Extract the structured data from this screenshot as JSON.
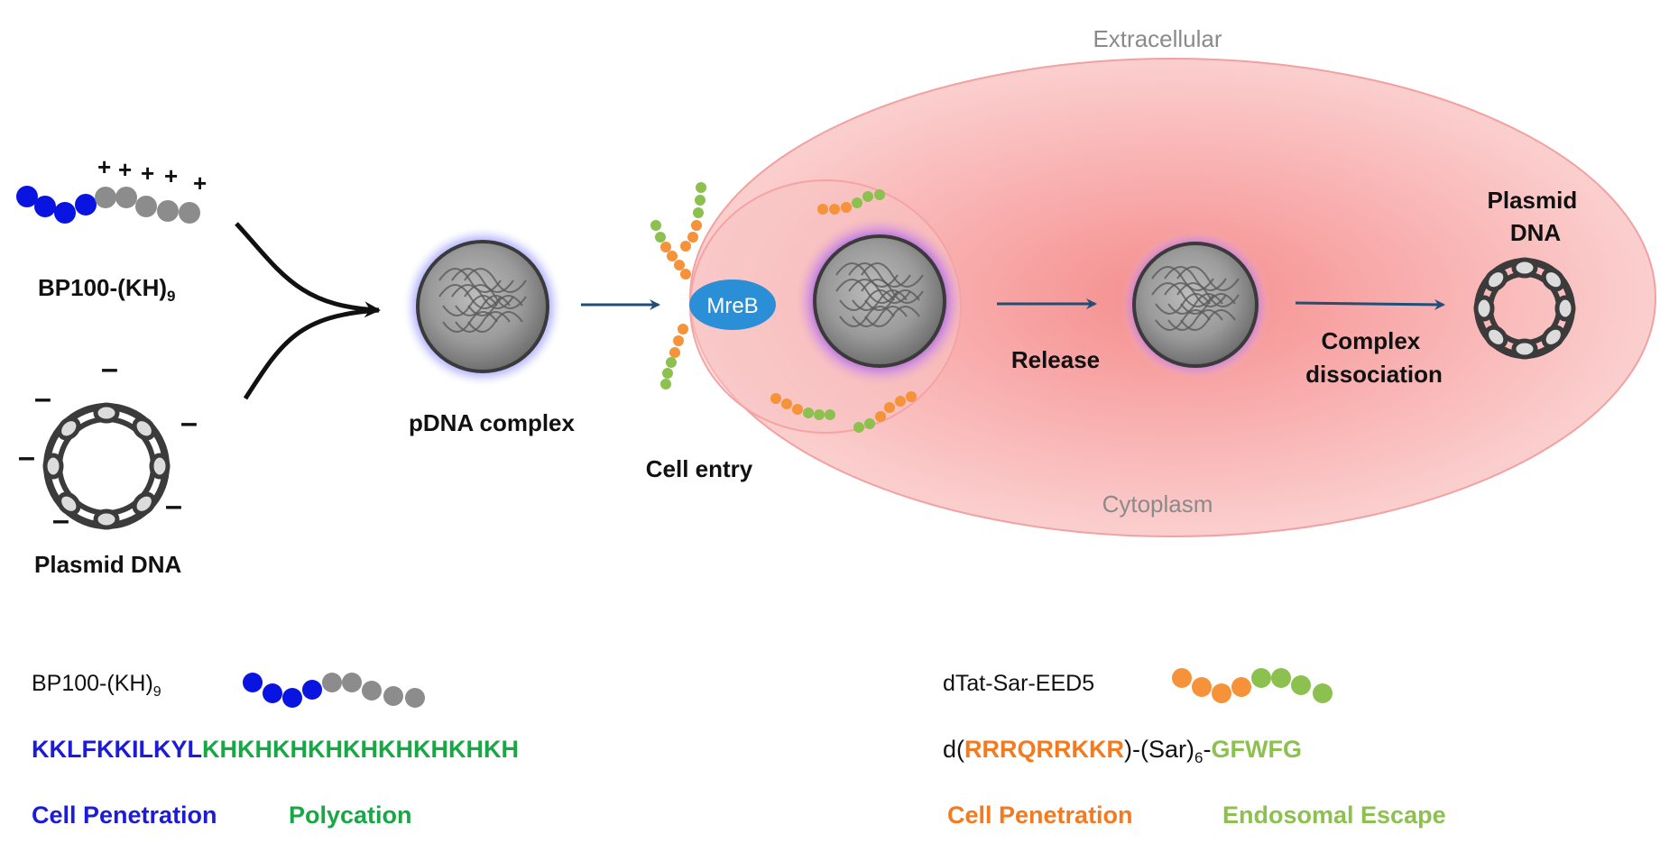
{
  "labels": {
    "extracellular": "Extracellular",
    "cytoplasm": "Cytoplasm",
    "bp100_kh9": "BP100-(KH)",
    "bp100_kh9_sub": "9",
    "plasmid_dna_left": "Plasmid DNA",
    "pdna_complex": "pDNA complex",
    "mreb": "MreB",
    "cell_entry": "Cell entry",
    "release": "Release",
    "complex_line1": "Complex",
    "complex_line2": "dissociation",
    "plasmid_line1": "Plasmid",
    "plasmid_line2": "DNA",
    "plus": "+",
    "minus": "–"
  },
  "legend": {
    "bp100": {
      "name": "BP100-(KH)",
      "sub": "9"
    },
    "bp100_seq_cp": "KKLFKKILKYL",
    "bp100_seq_poly": "KHKHKHKHKHKHKHKHKH",
    "bp100_func_cp": "Cell Penetration",
    "bp100_func_poly": "Polycation",
    "dtat": {
      "name": "dTat-Sar-EED5"
    },
    "dtat_seq_open": "d(",
    "dtat_seq_cp": "RRRQRRKKR",
    "dtat_seq_mid": ")-(Sar)",
    "dtat_seq_sub": "6",
    "dtat_seq_dash": "-",
    "dtat_seq_escape": "GFWFG",
    "dtat_func_cp": "Cell Penetration",
    "dtat_func_escape": "Endosomal Escape"
  },
  "colors": {
    "blue_bead": "#0a14e0",
    "grey_bead": "#8c8c8c",
    "orange_bead": "#f5923a",
    "green_bead": "#8cc04f",
    "blue_text": "#1c1cd8",
    "green_text": "#17a845",
    "orange_text": "#f47a20",
    "lightgreen_text": "#8cc04f",
    "arrow": "#1f4e79",
    "mreb": "#2b8fd8",
    "cell_fill": "#f9b4b4"
  }
}
